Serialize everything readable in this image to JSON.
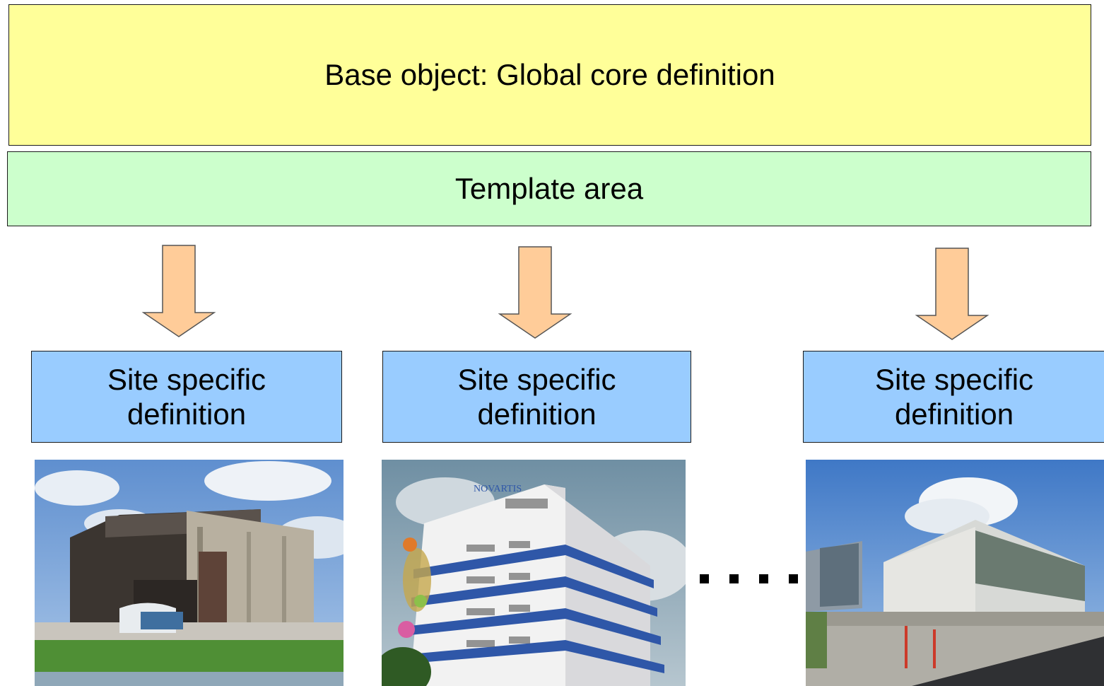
{
  "base": {
    "label": "Base object: Global core definition"
  },
  "template": {
    "label": "Template area"
  },
  "sites": [
    {
      "line1": "Site specific",
      "line2": "definition"
    },
    {
      "line1": "Site specific",
      "line2": "definition"
    },
    {
      "line1": "Site specific",
      "line2": "definition"
    }
  ],
  "photo2": {
    "sign": "NOVARTIS"
  },
  "colors": {
    "base_fill": "#ffff99",
    "template_fill": "#ccffcc",
    "site_fill": "#99ccff",
    "arrow_fill": "#ffcc99"
  }
}
